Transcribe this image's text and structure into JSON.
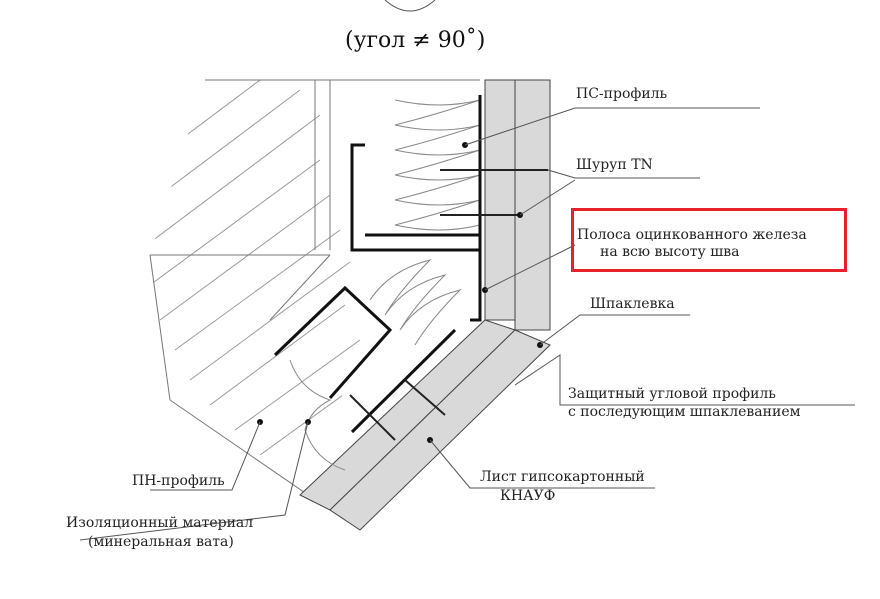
{
  "title": "(угол ≠ 90˚)",
  "labels": {
    "ps_profile": "ПС-профиль",
    "screw": "Шуруп TN",
    "strip_line1": "Полоса оцинкованного железа",
    "strip_line2": "на всю высоту шва",
    "putty": "Шпаклевка",
    "corner_line1": "Защитный угловой профиль",
    "corner_line2": "с последующим шпаклеванием",
    "gkl_line1": "Лист гипсокартонный",
    "gkl_line2": "КНАУФ",
    "pn_profile": "ПН-профиль",
    "insul_line1": "Изоляционный материал",
    "insul_line2": "(минеральная вата)"
  },
  "colors": {
    "highlight": "#e8202a",
    "board_fill": "#d9d9d9",
    "line": "#2a2a2a"
  }
}
